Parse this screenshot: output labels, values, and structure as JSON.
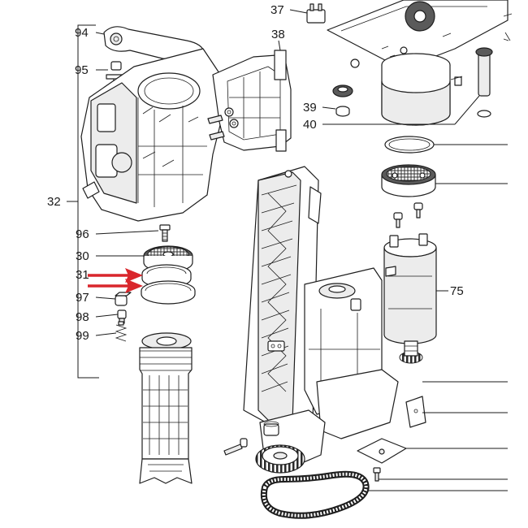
{
  "diagram": {
    "labels": {
      "l94": "94",
      "l95": "95",
      "l32": "32",
      "l96": "96",
      "l30": "30",
      "l31": "31",
      "l97": "97",
      "l98": "98",
      "l99": "99",
      "l37": "37",
      "l38": "38",
      "l39": "39",
      "l40": "40",
      "l75": "75"
    },
    "colors": {
      "arrow": "#d9262c",
      "ink": "#1a1a1a"
    }
  }
}
